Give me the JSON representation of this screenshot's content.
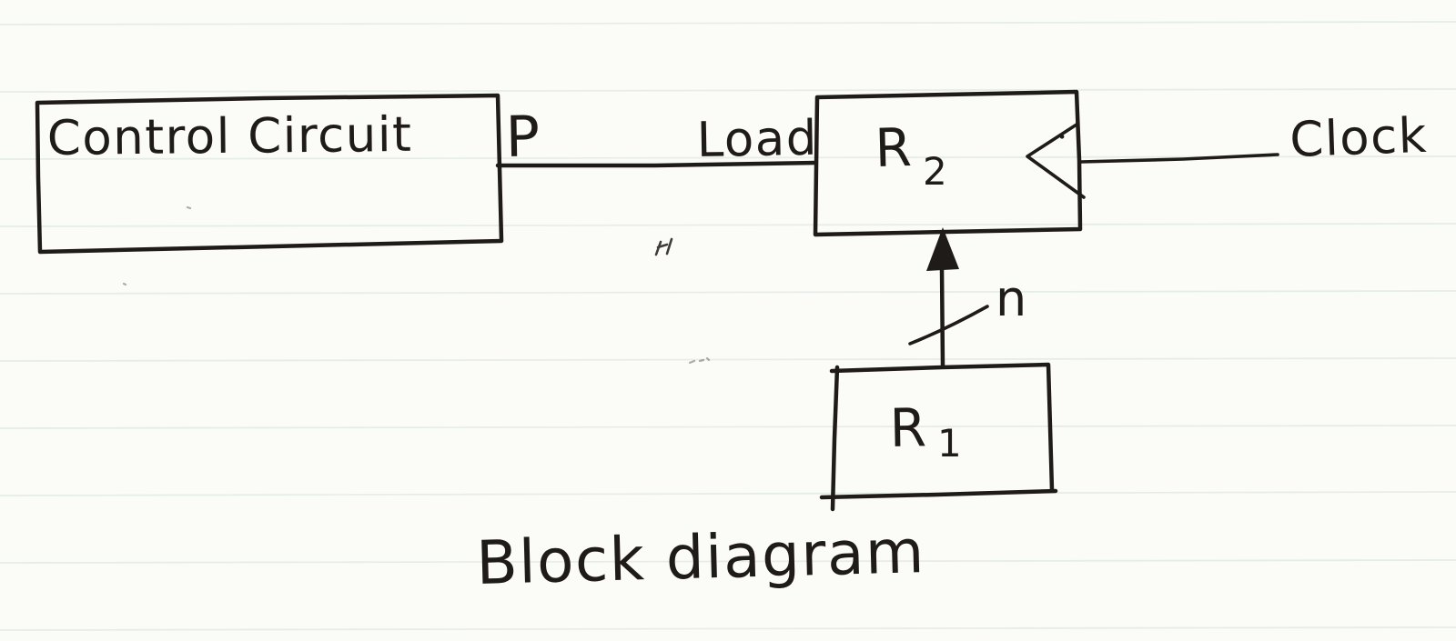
{
  "diagram": {
    "caption": "Block diagram",
    "blocks": {
      "control": {
        "label": "Control Circuit"
      },
      "r2": {
        "label": "R",
        "subscript": "2"
      },
      "r1": {
        "label": "R",
        "subscript": "1"
      }
    },
    "signals": {
      "p": "P",
      "load": "Load",
      "clock": "Clock",
      "bus_width": "n"
    },
    "icons": {
      "clock_input": "clock-edge-wedge-icon",
      "bus_width_marker": "bus-slash-icon",
      "data_flow": "up-arrow-icon"
    },
    "colors": {
      "ink": "#1f1b18",
      "paper": "#fbfbf8",
      "rule_line": "#d9e3dc"
    }
  }
}
